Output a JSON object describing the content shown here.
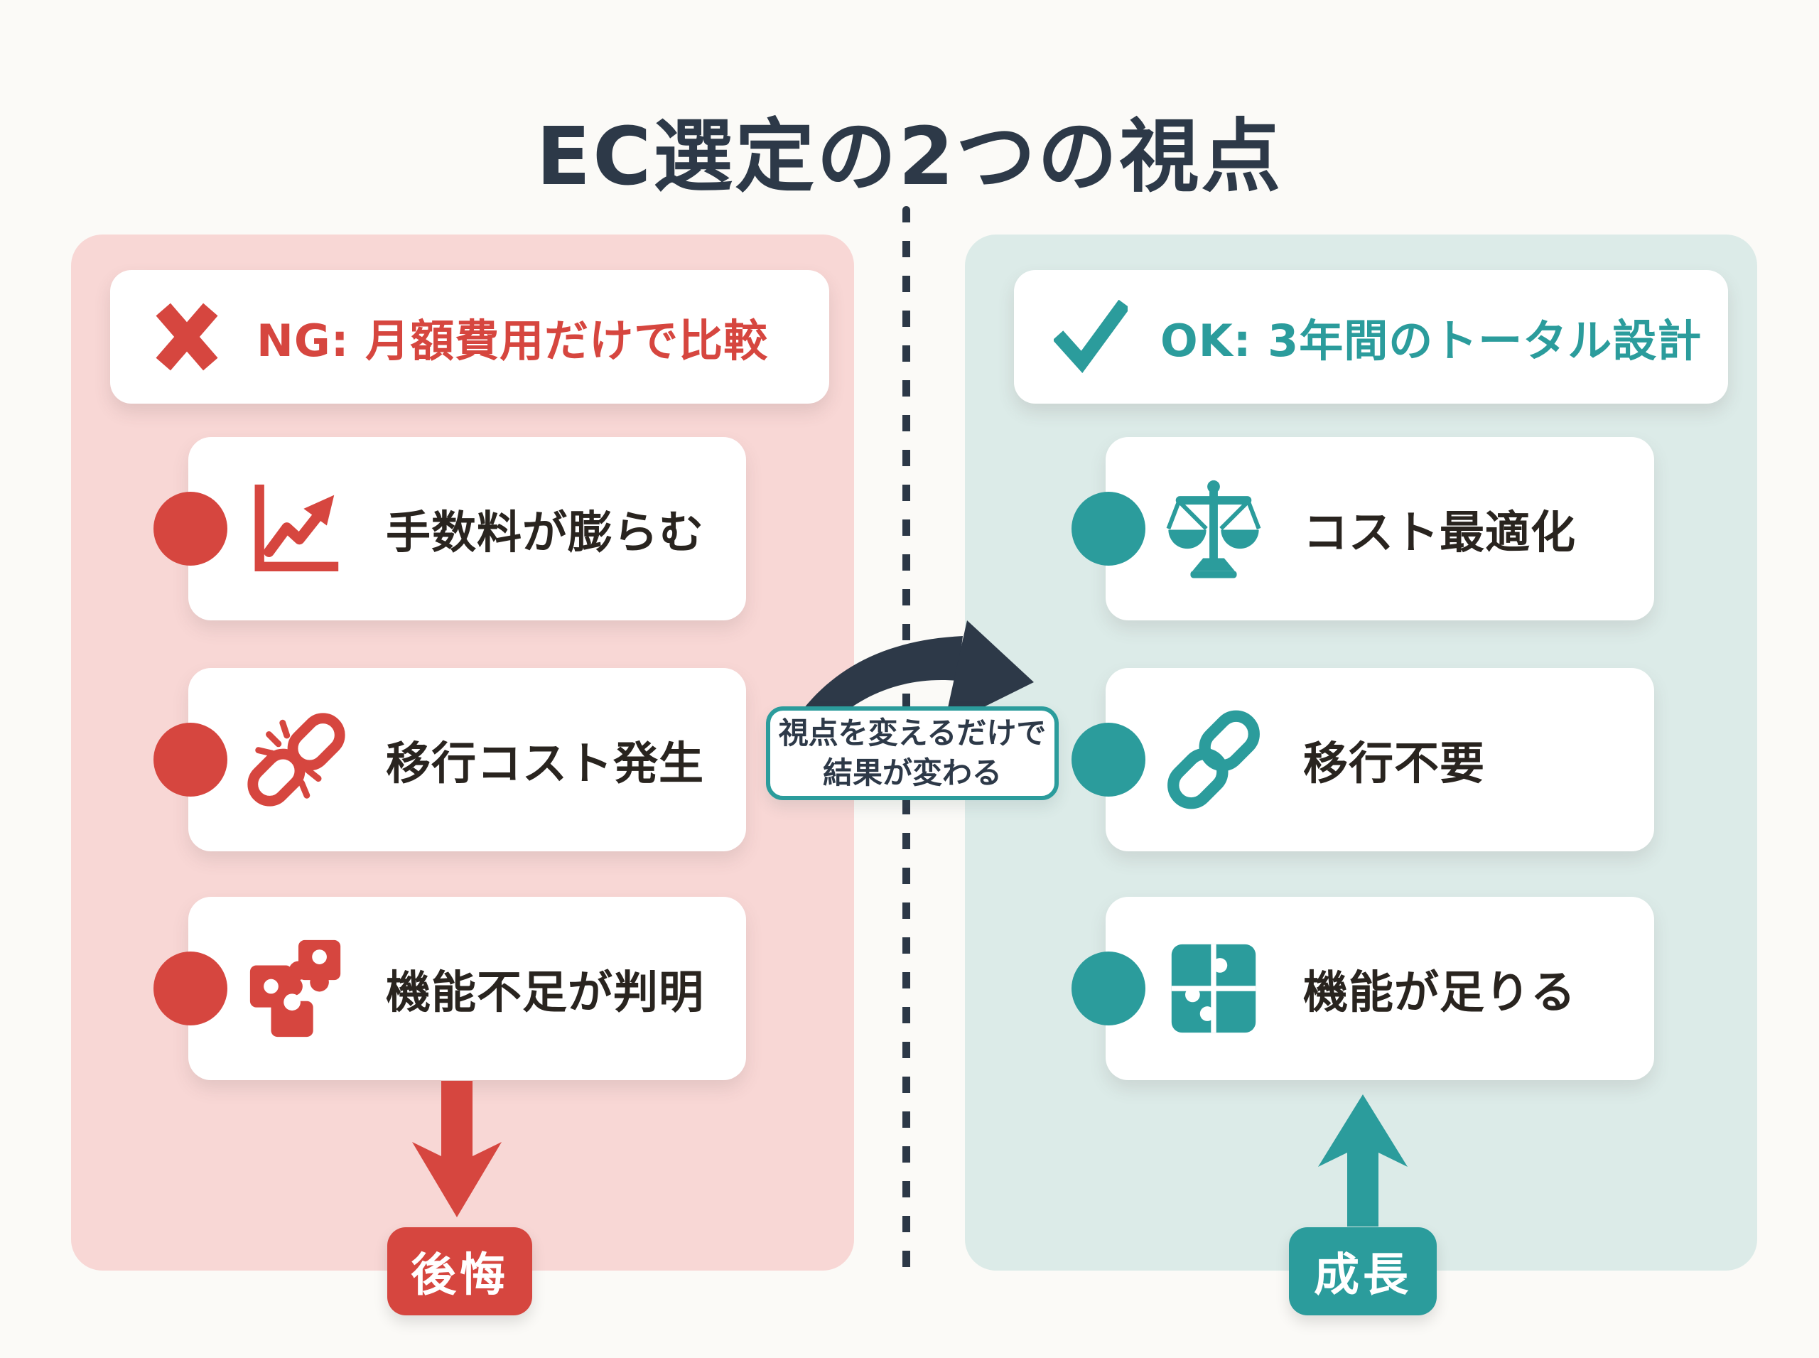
{
  "title": "EC選定の2つの視点",
  "colors": {
    "navy": "#2D3948",
    "red": "#D6463F",
    "teal": "#2B9C9C",
    "pink_panel": "#F8D7D5",
    "teal_panel": "#DCEBE8"
  },
  "left": {
    "header": {
      "icon": "x-mark",
      "label": "NG: 月額費用だけで比較"
    },
    "items": [
      {
        "icon": "chart-up",
        "label": "手数料が膨らむ"
      },
      {
        "icon": "broken-link",
        "label": "移行コスト発生"
      },
      {
        "icon": "puzzle-missing",
        "label": "機能不足が判明"
      }
    ],
    "outcome": {
      "arrow": "down",
      "badge": "後悔"
    }
  },
  "right": {
    "header": {
      "icon": "check-mark",
      "label": "OK: 3年間のトータル設計"
    },
    "items": [
      {
        "icon": "balance-scale",
        "label": "コスト最適化"
      },
      {
        "icon": "chain-link",
        "label": "移行不要"
      },
      {
        "icon": "puzzle-complete",
        "label": "機能が足りる"
      }
    ],
    "outcome": {
      "arrow": "up",
      "badge": "成長"
    }
  },
  "callout": {
    "line1": "視点を変えるだけで",
    "line2": "結果が変わる"
  }
}
